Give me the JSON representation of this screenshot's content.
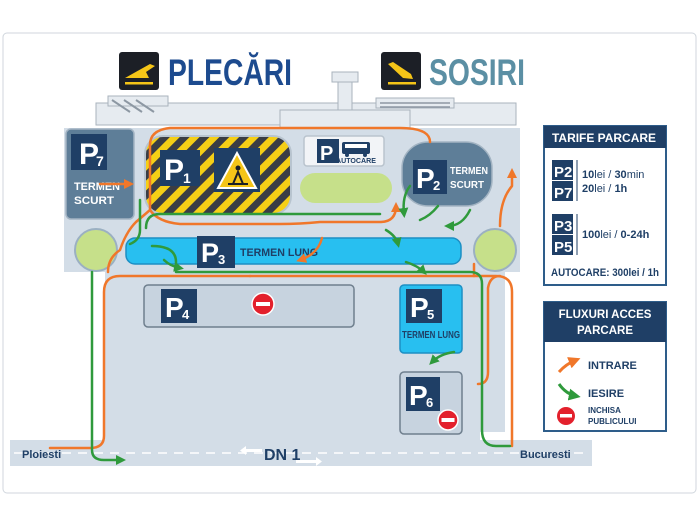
{
  "header": {
    "departures_label": "PLECĂRI",
    "arrivals_label": "SOSIRI",
    "departures_icon": "plane-takeoff-icon",
    "arrivals_icon": "plane-landing-icon"
  },
  "parkings": {
    "p1": {
      "code": "P",
      "num": "1",
      "status_icon": "road-works-icon"
    },
    "p2": {
      "code": "P",
      "num": "2",
      "line1": "TERMEN",
      "line2": "SCURT"
    },
    "p3": {
      "code": "P",
      "num": "3",
      "line1": "TERMEN LUNG"
    },
    "p4": {
      "code": "P",
      "num": "4",
      "status_icon": "no-entry-icon"
    },
    "p5": {
      "code": "P",
      "num": "5",
      "line1": "TERMEN LUNG"
    },
    "p6": {
      "code": "P",
      "num": "6",
      "status_icon": "no-entry-icon"
    },
    "p7": {
      "code": "P",
      "num": "7",
      "line1": "TERMEN",
      "line2": "SCURT"
    },
    "bus": {
      "code": "P",
      "line1": "AUTOCARE",
      "icon": "bus-icon"
    }
  },
  "road": {
    "name": "DN 1",
    "west_city": "Ploiesti",
    "east_city": "Bucuresti"
  },
  "tariffs": {
    "title": "TARIFE PARCARE",
    "group1": {
      "codes": [
        "P2",
        "P7"
      ],
      "line1_a": "10",
      "line1_b": "lei / ",
      "line1_c": "30",
      "line1_d": "min",
      "line2_a": "20",
      "line2_b": "lei / ",
      "line2_c": "1h"
    },
    "group2": {
      "codes": [
        "P3",
        "P5"
      ],
      "line_a": "100",
      "line_b": "lei / ",
      "line_c": "0-24h"
    },
    "bus": "AUTOCARE: 300lei / 1h"
  },
  "legend": {
    "title_line1": "FLUXURI ACCES",
    "title_line2": "PARCARE",
    "entry": "INTRARE",
    "exit": "IESIRE",
    "closed_line1": "INCHISA",
    "closed_line2": "PUBLICULUI"
  },
  "colors": {
    "navy": "#1f3f66",
    "panel_border": "#2e5d8a",
    "slate": "#5e7e98",
    "cyan": "#28bff0",
    "lot_gray": "#c7d3df",
    "grass": "#c6e08a",
    "entry_orange": "#f0772a",
    "exit_green": "#2f9a3c",
    "closed_red": "#e3202c",
    "title_blue": "#1d4b8f",
    "title_teal": "#5b8fa4"
  }
}
